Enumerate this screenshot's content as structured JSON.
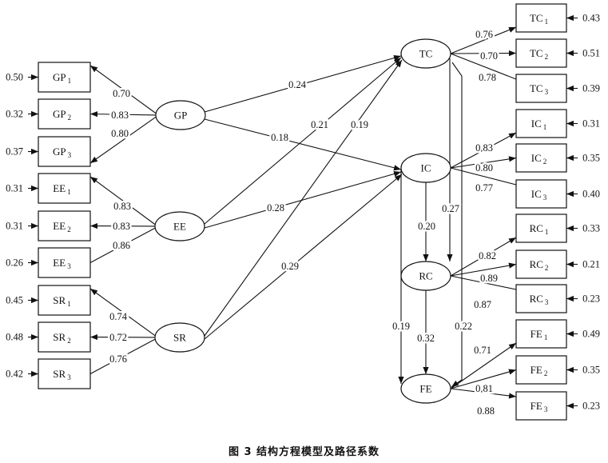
{
  "caption": "图 3   结构方程模型及路径系数",
  "latents": [
    "GP",
    "EE",
    "SR",
    "TC",
    "IC",
    "RC",
    "FE"
  ],
  "indicators": [
    {
      "latent": "GP",
      "name": "GP",
      "sub": "1",
      "loading": "0.70",
      "error": "0.50"
    },
    {
      "latent": "GP",
      "name": "GP",
      "sub": "2",
      "loading": "0.83",
      "error": "0.32"
    },
    {
      "latent": "GP",
      "name": "GP",
      "sub": "3",
      "loading": "0.80",
      "error": "0.37"
    },
    {
      "latent": "EE",
      "name": "EE",
      "sub": "1",
      "loading": "0.83",
      "error": "0.31"
    },
    {
      "latent": "EE",
      "name": "EE",
      "sub": "2",
      "loading": "0.83",
      "error": "0.31"
    },
    {
      "latent": "EE",
      "name": "EE",
      "sub": "3",
      "loading": "0.86",
      "error": "0.26"
    },
    {
      "latent": "SR",
      "name": "SR",
      "sub": "1",
      "loading": "0.74",
      "error": "0.45"
    },
    {
      "latent": "SR",
      "name": "SR",
      "sub": "2",
      "loading": "0.72",
      "error": "0.48"
    },
    {
      "latent": "SR",
      "name": "SR",
      "sub": "3",
      "loading": "0.76",
      "error": "0.42"
    },
    {
      "latent": "TC",
      "name": "TC",
      "sub": "1",
      "loading": "0.76",
      "error": "0.43"
    },
    {
      "latent": "TC",
      "name": "TC",
      "sub": "2",
      "loading": "0.70",
      "error": "0.51"
    },
    {
      "latent": "TC",
      "name": "TC",
      "sub": "3",
      "loading": "0.78",
      "error": "0.39"
    },
    {
      "latent": "IC",
      "name": "IC",
      "sub": "1",
      "loading": "0.83",
      "error": "0.31"
    },
    {
      "latent": "IC",
      "name": "IC",
      "sub": "2",
      "loading": "0.80",
      "error": "0.35"
    },
    {
      "latent": "IC",
      "name": "IC",
      "sub": "3",
      "loading": "0.77",
      "error": "0.40"
    },
    {
      "latent": "RC",
      "name": "RC",
      "sub": "1",
      "loading": "0.82",
      "error": "0.33"
    },
    {
      "latent": "RC",
      "name": "RC",
      "sub": "2",
      "loading": "0.89",
      "error": "0.21"
    },
    {
      "latent": "RC",
      "name": "RC",
      "sub": "3",
      "loading": "0.87",
      "error": "0.23"
    },
    {
      "latent": "FE",
      "name": "FE",
      "sub": "1",
      "loading": "0.71",
      "error": "0.49"
    },
    {
      "latent": "FE",
      "name": "FE",
      "sub": "2",
      "loading": "0.81",
      "error": "0.35"
    },
    {
      "latent": "FE",
      "name": "FE",
      "sub": "3",
      "loading": "0.88",
      "error": "0.23"
    }
  ],
  "paths": [
    {
      "from": "GP",
      "to": "TC",
      "coef": "0.24"
    },
    {
      "from": "GP",
      "to": "IC",
      "coef": "0.18"
    },
    {
      "from": "EE",
      "to": "TC",
      "coef": "0.21"
    },
    {
      "from": "EE",
      "to": "IC",
      "coef": "0.28"
    },
    {
      "from": "SR",
      "to": "TC",
      "coef": "0.19"
    },
    {
      "from": "SR",
      "to": "IC",
      "coef": "0.29"
    },
    {
      "from": "IC",
      "to": "RC",
      "coef": "0.20"
    },
    {
      "from": "TC",
      "to": "RC",
      "coef": "0.27"
    },
    {
      "from": "IC",
      "to": "FE",
      "coef": "0.19"
    },
    {
      "from": "RC",
      "to": "FE",
      "coef": "0.32"
    },
    {
      "from": "TC",
      "to": "FE",
      "coef": "0.22"
    }
  ]
}
